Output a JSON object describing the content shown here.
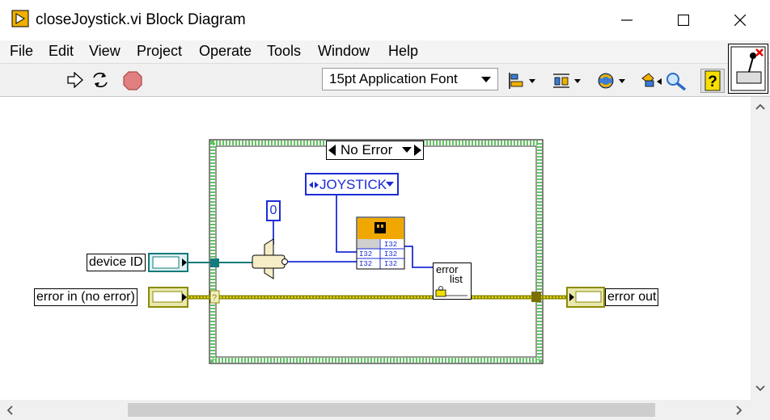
{
  "window": {
    "title": "closeJoystick.vi Block Diagram"
  },
  "menu": [
    "File",
    "Edit",
    "View",
    "Project",
    "Operate",
    "Tools",
    "Window",
    "Help"
  ],
  "toolbar": {
    "font": "15pt Application Font",
    "help_glyph": "?"
  },
  "diagram": {
    "case_selector": "No Error",
    "enum_constant": "JOYSTICK",
    "numeric_constant": "0",
    "controls": {
      "device_id": "device ID",
      "error_in": "error in (no error)"
    },
    "indicators": {
      "error_out": "error out"
    },
    "subvi": {
      "error_list_line1": "error",
      "error_list_line2": "list",
      "i32_label": "I32"
    },
    "tunnel_question": "?"
  },
  "colors": {
    "wire_blue": "#1b2cd6",
    "wire_teal": "#127b7b",
    "error_wire": "#8c8a00",
    "case_border": "#61c361",
    "subvi_header": "#f0a800"
  }
}
